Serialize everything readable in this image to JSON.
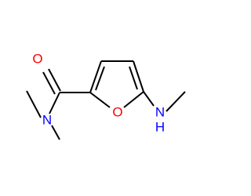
{
  "molecule": {
    "atoms": {
      "o_carbonyl": {
        "symbol": "O",
        "color": "#ff0000"
      },
      "n_amide": {
        "symbol": "N",
        "color": "#0000ff"
      },
      "o_ring": {
        "symbol": "O",
        "color": "#ff0000"
      },
      "n_amine": {
        "symbol": "N",
        "color": "#0000ff"
      },
      "h_amine": {
        "symbol": "H",
        "color": "#0000ff"
      }
    },
    "bond_color": "#000000"
  }
}
